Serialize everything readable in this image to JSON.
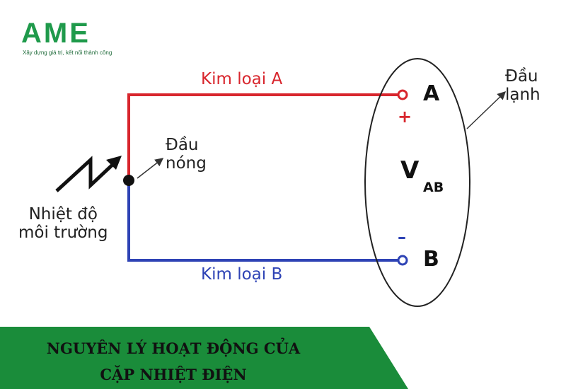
{
  "logo": {
    "text": "AME",
    "tagline": "Xây dựng giá trị, kết nối thành công"
  },
  "diagram": {
    "metal_a_label": "Kim loại A",
    "metal_b_label": "Kim loại B",
    "hot_junction_label_line1": "Đầu",
    "hot_junction_label_line2": "nóng",
    "cold_junction_label_line1": "Đầu",
    "cold_junction_label_line2": "lạnh",
    "environment_label_line1": "Nhiệt độ",
    "environment_label_line2": "môi trường",
    "terminal_a": "A",
    "terminal_b": "B",
    "plus_sign": "+",
    "minus_sign": "–",
    "voltage_symbol": "V",
    "voltage_subscript": "AB"
  },
  "banner": {
    "line1": "NGUYÊN LÝ HOẠT ĐỘNG CỦA",
    "line2": "CẶP NHIỆT ĐIỆN"
  },
  "colors": {
    "metal_a": "#d8262d",
    "metal_b": "#2e43b5",
    "brand_green": "#1f9a4b",
    "banner_green": "#1a8c3a"
  }
}
